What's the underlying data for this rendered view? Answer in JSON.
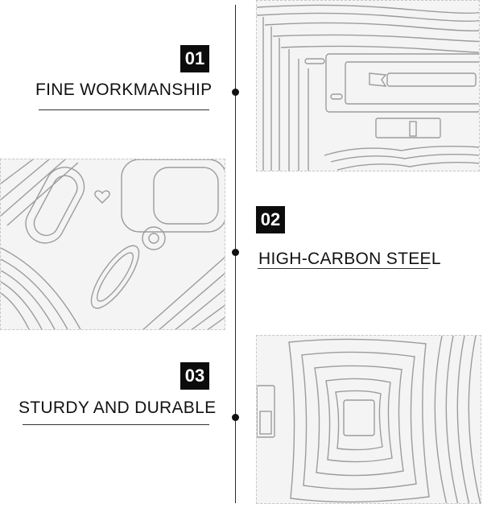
{
  "features": [
    {
      "number": "01",
      "title": "FINE WORKMANSHIP"
    },
    {
      "number": "02",
      "title": "HIGH-CARBON STEEL"
    },
    {
      "number": "03",
      "title": "STURDY AND DURABLE"
    }
  ],
  "colors": {
    "accent": "#0c0c0c",
    "photo_bg": "#f4f4f4",
    "steel": "#a9a9a9"
  }
}
